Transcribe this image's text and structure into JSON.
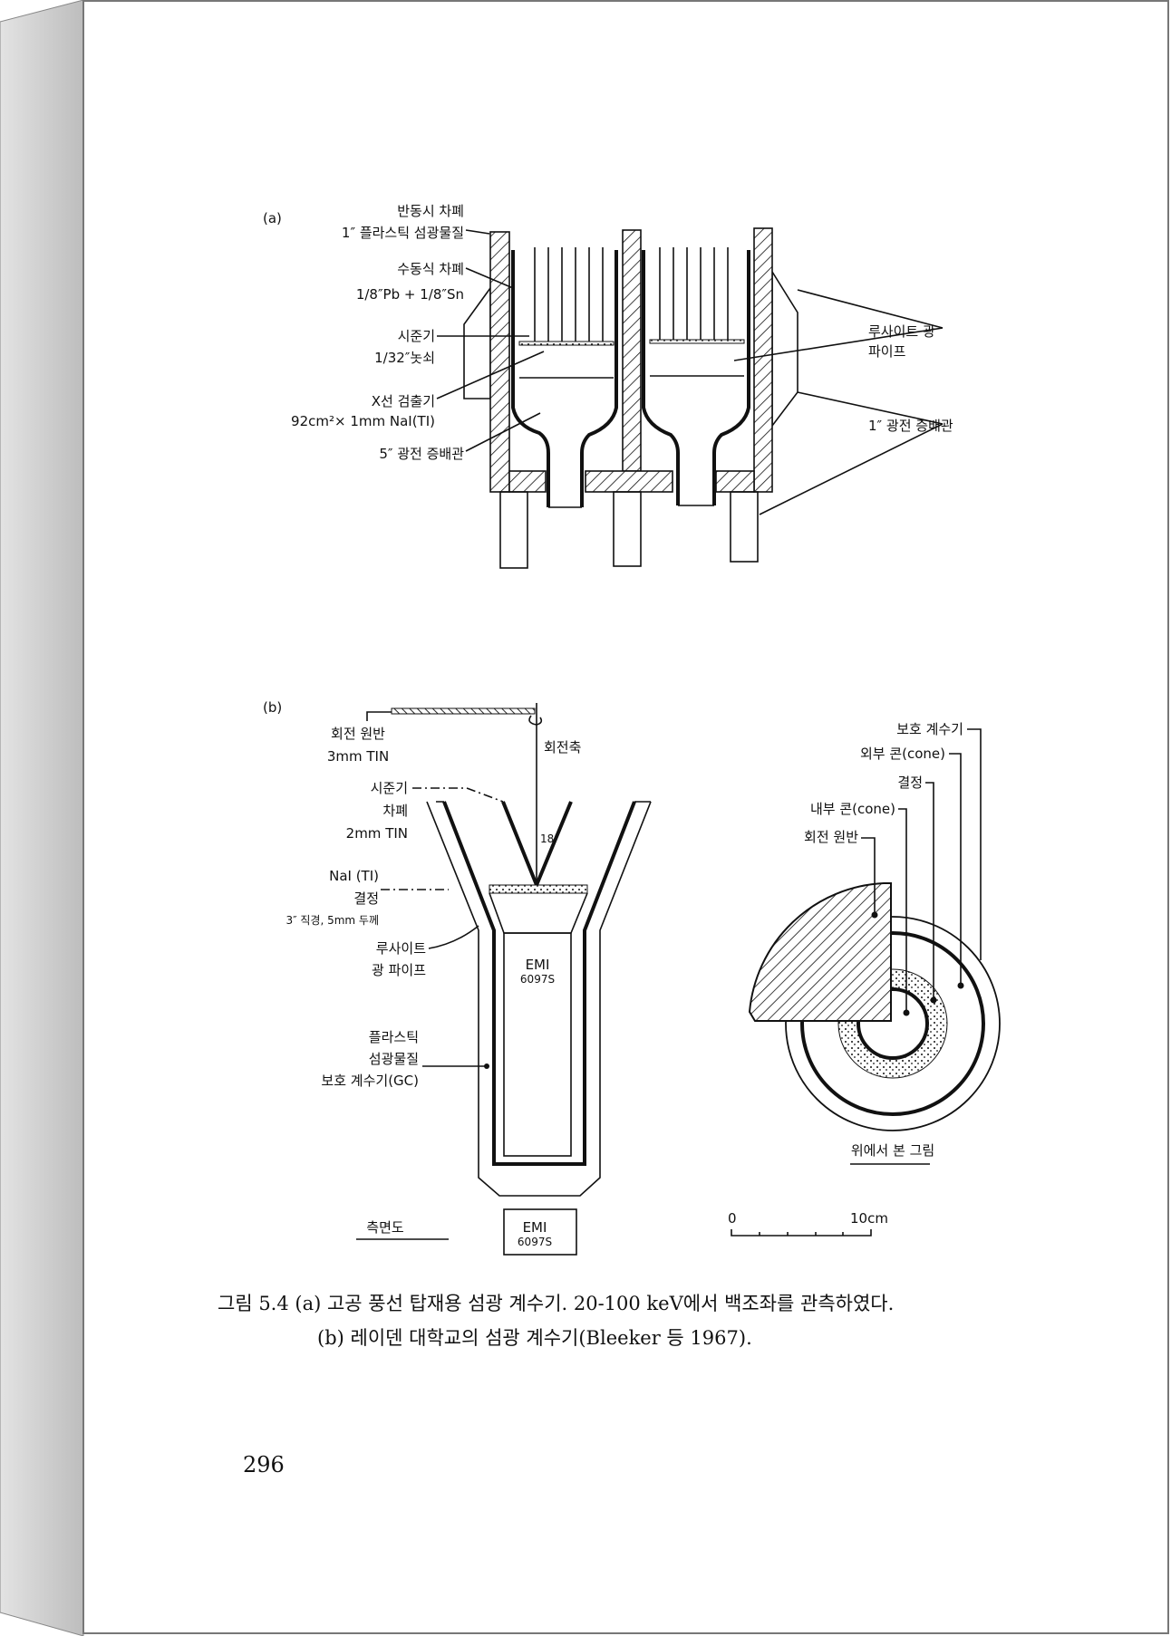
{
  "figure_a": {
    "panel_label": "(a)",
    "left_labels": [
      "반동시 차폐",
      "1″ 플라스틱 섬광물질",
      "수동식 차폐",
      "1/8″Pb + 1/8″Sn",
      "시준기",
      "1/32″놋쇠",
      "X선 검출기",
      "92cm²× 1mm NaI(TI)",
      "5″ 광전 증배관"
    ],
    "right_labels": [
      "루사이트 광",
      "파이프",
      "1″ 광전 증배관"
    ]
  },
  "figure_b": {
    "panel_label": "(b)",
    "side_labels": [
      "회전 원반",
      "3mm TIN",
      "회전축",
      "시준기",
      "차폐",
      "2mm TIN",
      "NaI (TI)",
      "결정",
      "3″ 직경, 5mm 두께",
      "루사이트",
      "광 파이프",
      "플라스틱",
      "섬광물질",
      "보호 계수기(GC)",
      "18°"
    ],
    "tube_label": "EMI",
    "tube_model": "6097S",
    "side_view_title": "측면도",
    "top_labels": [
      "보호 계수기",
      "외부 콘(cone)",
      "결정",
      "내부 콘(cone)",
      "회전 원반"
    ],
    "top_view_title": "위에서 본 그림",
    "scale_start": "0",
    "scale_end": "10cm"
  },
  "caption": {
    "line1": "그림 5.4  (a) 고공 풍선 탑재용 섬광 계수기. 20-100 keV에서 백조좌를 관측하였다.",
    "line2": "(b) 레이덴 대학교의 섬광 계수기(Bleeker 등 1967)."
  },
  "page_number": "296"
}
